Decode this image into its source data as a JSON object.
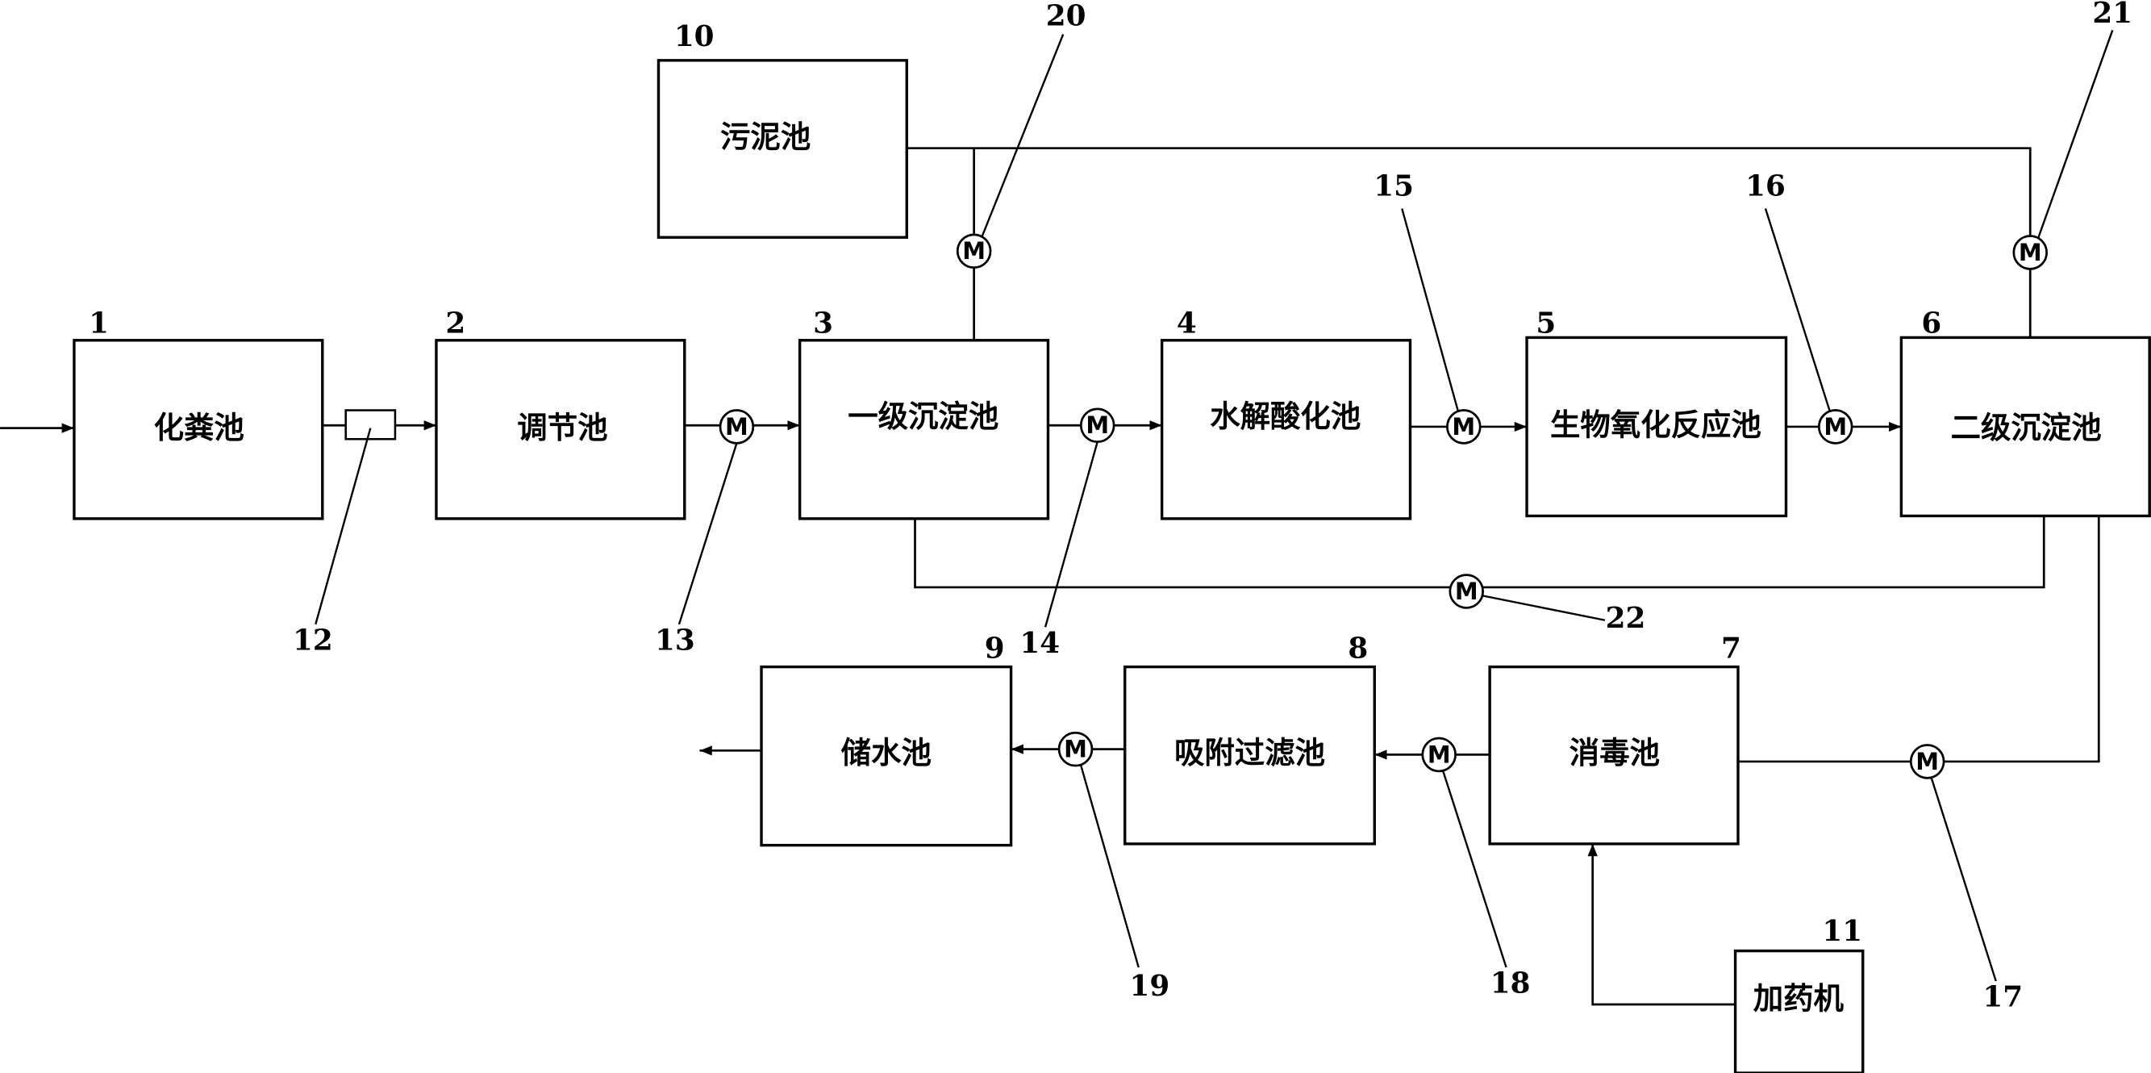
{
  "units": {
    "1": {
      "number": "1",
      "label": "化粪池"
    },
    "2": {
      "number": "2",
      "label": "调节池"
    },
    "3": {
      "number": "3",
      "label": "一级沉淀池"
    },
    "4": {
      "number": "4",
      "label": "水解酸化池"
    },
    "5": {
      "number": "5",
      "label": "生物氧化反应池"
    },
    "6": {
      "number": "6",
      "label": "二级沉淀池"
    },
    "7": {
      "number": "7",
      "label": "消毒池"
    },
    "8": {
      "number": "8",
      "label": "吸附过滤池"
    },
    "9": {
      "number": "9",
      "label": "储水池"
    },
    "10": {
      "number": "10",
      "label": "污泥池"
    },
    "11": {
      "number": "11",
      "label": "加药机"
    }
  },
  "components": {
    "12": "12",
    "13": "13",
    "14": "14",
    "15": "15",
    "16": "16",
    "17": "17",
    "18": "18",
    "19": "19",
    "20": "20",
    "21": "21",
    "22": "22"
  },
  "pump_symbol": "M"
}
